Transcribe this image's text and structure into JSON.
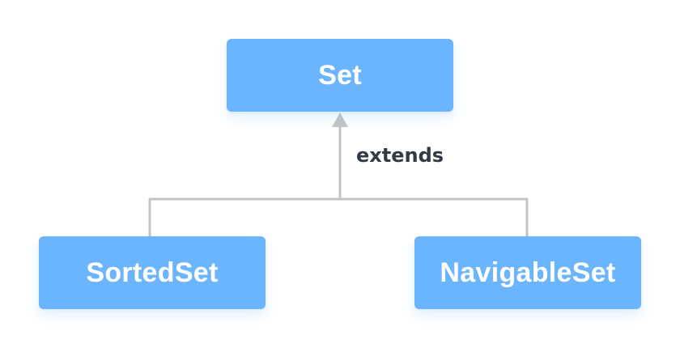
{
  "diagram": {
    "parent": {
      "label": "Set"
    },
    "children": [
      {
        "label": "SortedSet"
      },
      {
        "label": "NavigableSet"
      }
    ],
    "relation": {
      "label": "extends"
    },
    "colors": {
      "node_fill": "#6bb5ff",
      "node_text": "#ffffff",
      "connector": "#c4c4c4",
      "label_text": "#333a44",
      "background": "#ffffff"
    }
  }
}
